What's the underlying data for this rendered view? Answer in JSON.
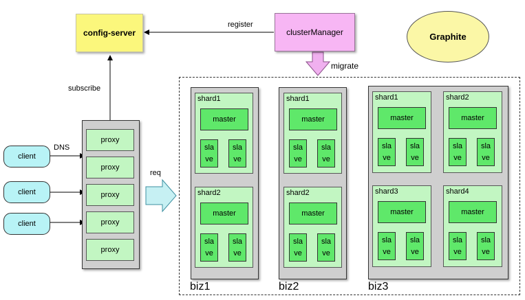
{
  "nodes": {
    "config_server": "config-server",
    "cluster_manager": "clusterManager",
    "graphite": "Graphite",
    "clients": [
      "client",
      "client",
      "client"
    ],
    "proxies": [
      "proxy",
      "proxy",
      "proxy",
      "proxy",
      "proxy"
    ]
  },
  "edges": {
    "register": "register",
    "subscribe": "subscribe",
    "dns": "DNS",
    "req": "req",
    "migrate": "migrate"
  },
  "clusters": [
    {
      "label": "biz1",
      "shards": [
        {
          "title": "shard1",
          "master": "master",
          "slaves": [
            "sla\nve",
            "sla\nve"
          ]
        },
        {
          "title": "shard2",
          "master": "master",
          "slaves": [
            "sla\nve",
            "sla\nve"
          ]
        }
      ]
    },
    {
      "label": "biz2",
      "shards": [
        {
          "title": "shard1",
          "master": "master",
          "slaves": [
            "sla\nve",
            "sla\nve"
          ]
        },
        {
          "title": "shard2",
          "master": "master",
          "slaves": [
            "sla\nve",
            "sla\nve"
          ]
        }
      ]
    },
    {
      "label": "biz3",
      "shards": [
        {
          "title": "shard1",
          "master": "master",
          "slaves": [
            "sla\nve",
            "sla\nve"
          ]
        },
        {
          "title": "shard2",
          "master": "master",
          "slaves": [
            "sla\nve",
            "sla\nve"
          ]
        },
        {
          "title": "shard3",
          "master": "master",
          "slaves": [
            "sla\nve",
            "sla\nve"
          ]
        },
        {
          "title": "shard4",
          "master": "master",
          "slaves": [
            "sla\nve",
            "sla\nve"
          ]
        }
      ]
    }
  ],
  "colors": {
    "config_server": "#fbf77c",
    "cluster_manager": "#f7b6f4",
    "graphite": "#fbf7a6",
    "client": "#b8f3f6",
    "cluster_bg": "#cfcfcf",
    "shard": "#c2f6c2",
    "node": "#5fe86a",
    "req_arrow": "#c6f0f3",
    "migrate_arrow": "#f0b0ef"
  }
}
